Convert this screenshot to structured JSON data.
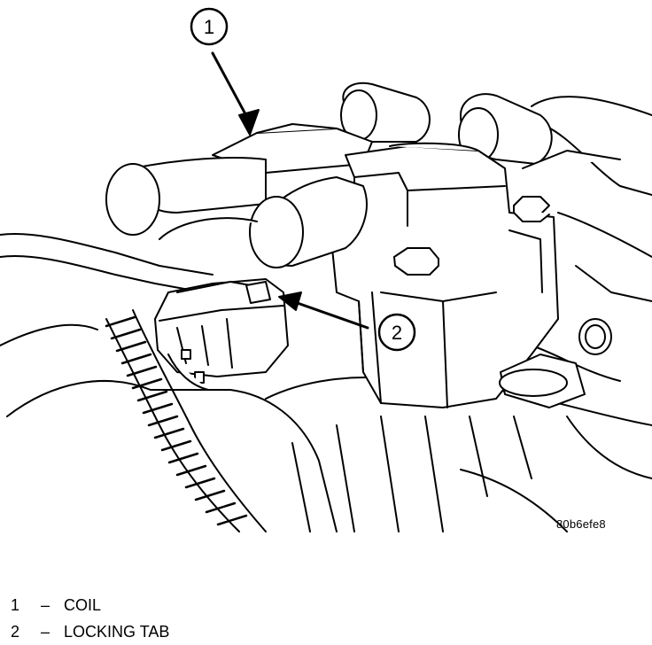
{
  "callouts": [
    {
      "number": "1"
    },
    {
      "number": "2"
    }
  ],
  "figure_code": "80b6efe8",
  "legend": [
    {
      "number": "1",
      "separator": "–",
      "label": "COIL"
    },
    {
      "number": "2",
      "separator": "–",
      "label": "LOCKING TAB"
    }
  ],
  "colors": {
    "ink": "#000000",
    "paper": "#ffffff"
  }
}
